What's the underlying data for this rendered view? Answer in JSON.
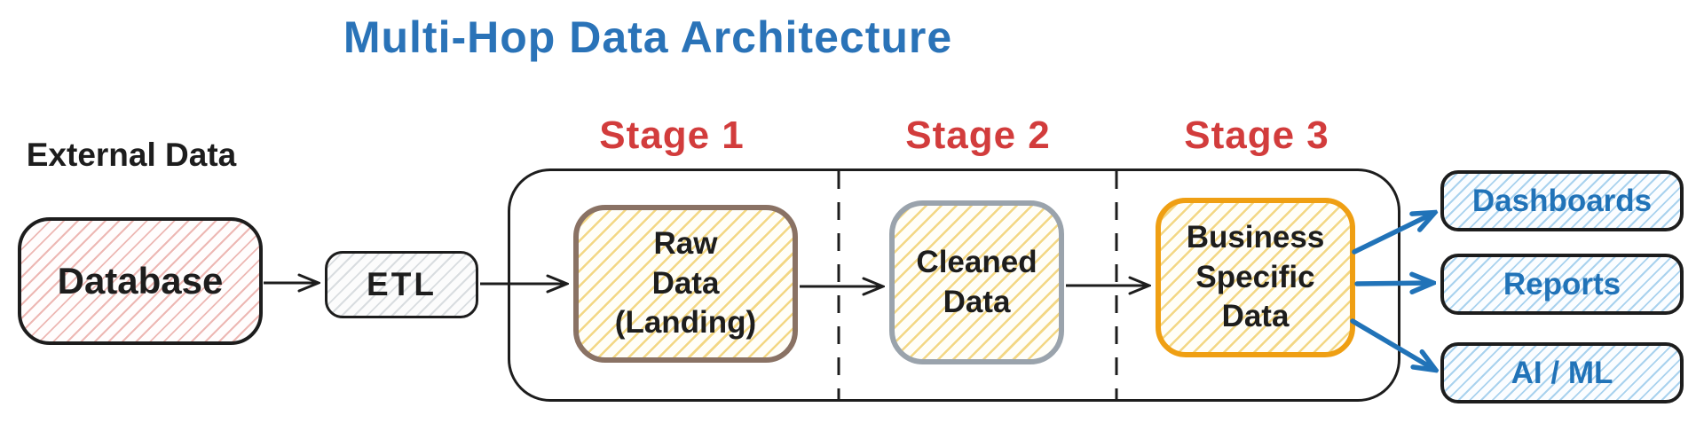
{
  "title": {
    "text": "Multi-Hop Data Architecture"
  },
  "colors": {
    "title_blue": "#2a73b8",
    "stage_label_red": "#d23c3c",
    "ink_black": "#1d1d1d",
    "database_hatch_pink": "#edb8b4",
    "etl_hatch_gray": "#d9dde0",
    "stage_hatch_yellow": "#f3d784",
    "raw_border_brown": "#8a7264",
    "cleaned_border_gray": "#9aa3ac",
    "business_border_orange": "#ef9f13",
    "output_hatch_blue": "#a9d2ee",
    "output_arrow_blue": "#2173b8"
  },
  "source": {
    "heading": "External Data",
    "node": "Database"
  },
  "etl": {
    "node": "ETL"
  },
  "pipeline": {
    "stages": [
      {
        "label": "Stage 1",
        "node_lines": [
          "Raw",
          "Data",
          "(Landing)"
        ]
      },
      {
        "label": "Stage 2",
        "node_lines": [
          "Cleaned",
          "Data"
        ]
      },
      {
        "label": "Stage 3",
        "node_lines": [
          "Business",
          "Specific",
          "Data"
        ]
      }
    ]
  },
  "outputs": [
    {
      "label": "Dashboards"
    },
    {
      "label": "Reports"
    },
    {
      "label": "AI / ML"
    }
  ]
}
